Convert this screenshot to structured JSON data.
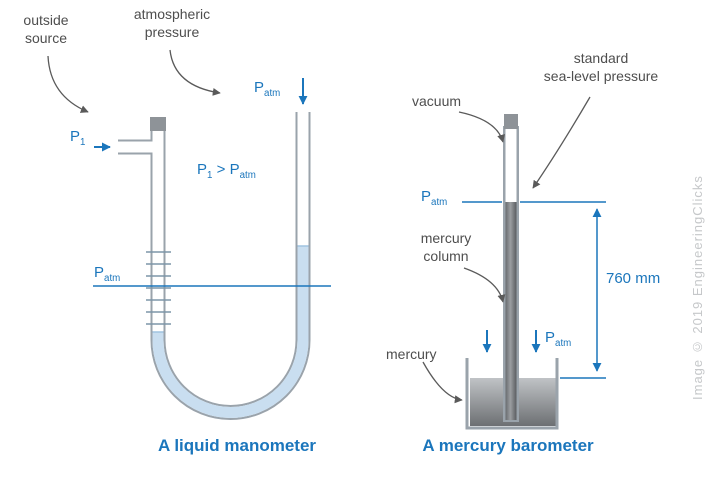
{
  "watermark": "Image © 2019 EngineeringClicks",
  "manometer": {
    "caption": "A liquid manometer",
    "outside_source": [
      "outside",
      "source"
    ],
    "atmospheric_pressure": [
      "atmospheric",
      "pressure"
    ],
    "p1": {
      "base": "P",
      "sub": "1"
    },
    "patm_top": {
      "base": "P",
      "sub": "atm"
    },
    "patm_level": {
      "base": "P",
      "sub": "atm"
    },
    "inequality": {
      "lhs_base": "P",
      "lhs_sub": "1",
      "op": " > ",
      "rhs_base": "P",
      "rhs_sub": "atm"
    }
  },
  "barometer": {
    "caption": "A mercury barometer",
    "vacuum": "vacuum",
    "standard_pressure": [
      "standard",
      "sea-level pressure"
    ],
    "mercury_column": [
      "mercury",
      "column"
    ],
    "mercury": "mercury",
    "column_height": "760 mm",
    "patm_level": {
      "base": "P",
      "sub": "atm"
    },
    "patm_container": {
      "base": "P",
      "sub": "atm"
    }
  },
  "colors": {
    "accent_blue": "#1b76bc",
    "label_gray": "#4e4e4e",
    "liquid_blue": "#c9def0",
    "tube_gray": "#9aa3ab",
    "mercury_gray": "#77797c"
  }
}
